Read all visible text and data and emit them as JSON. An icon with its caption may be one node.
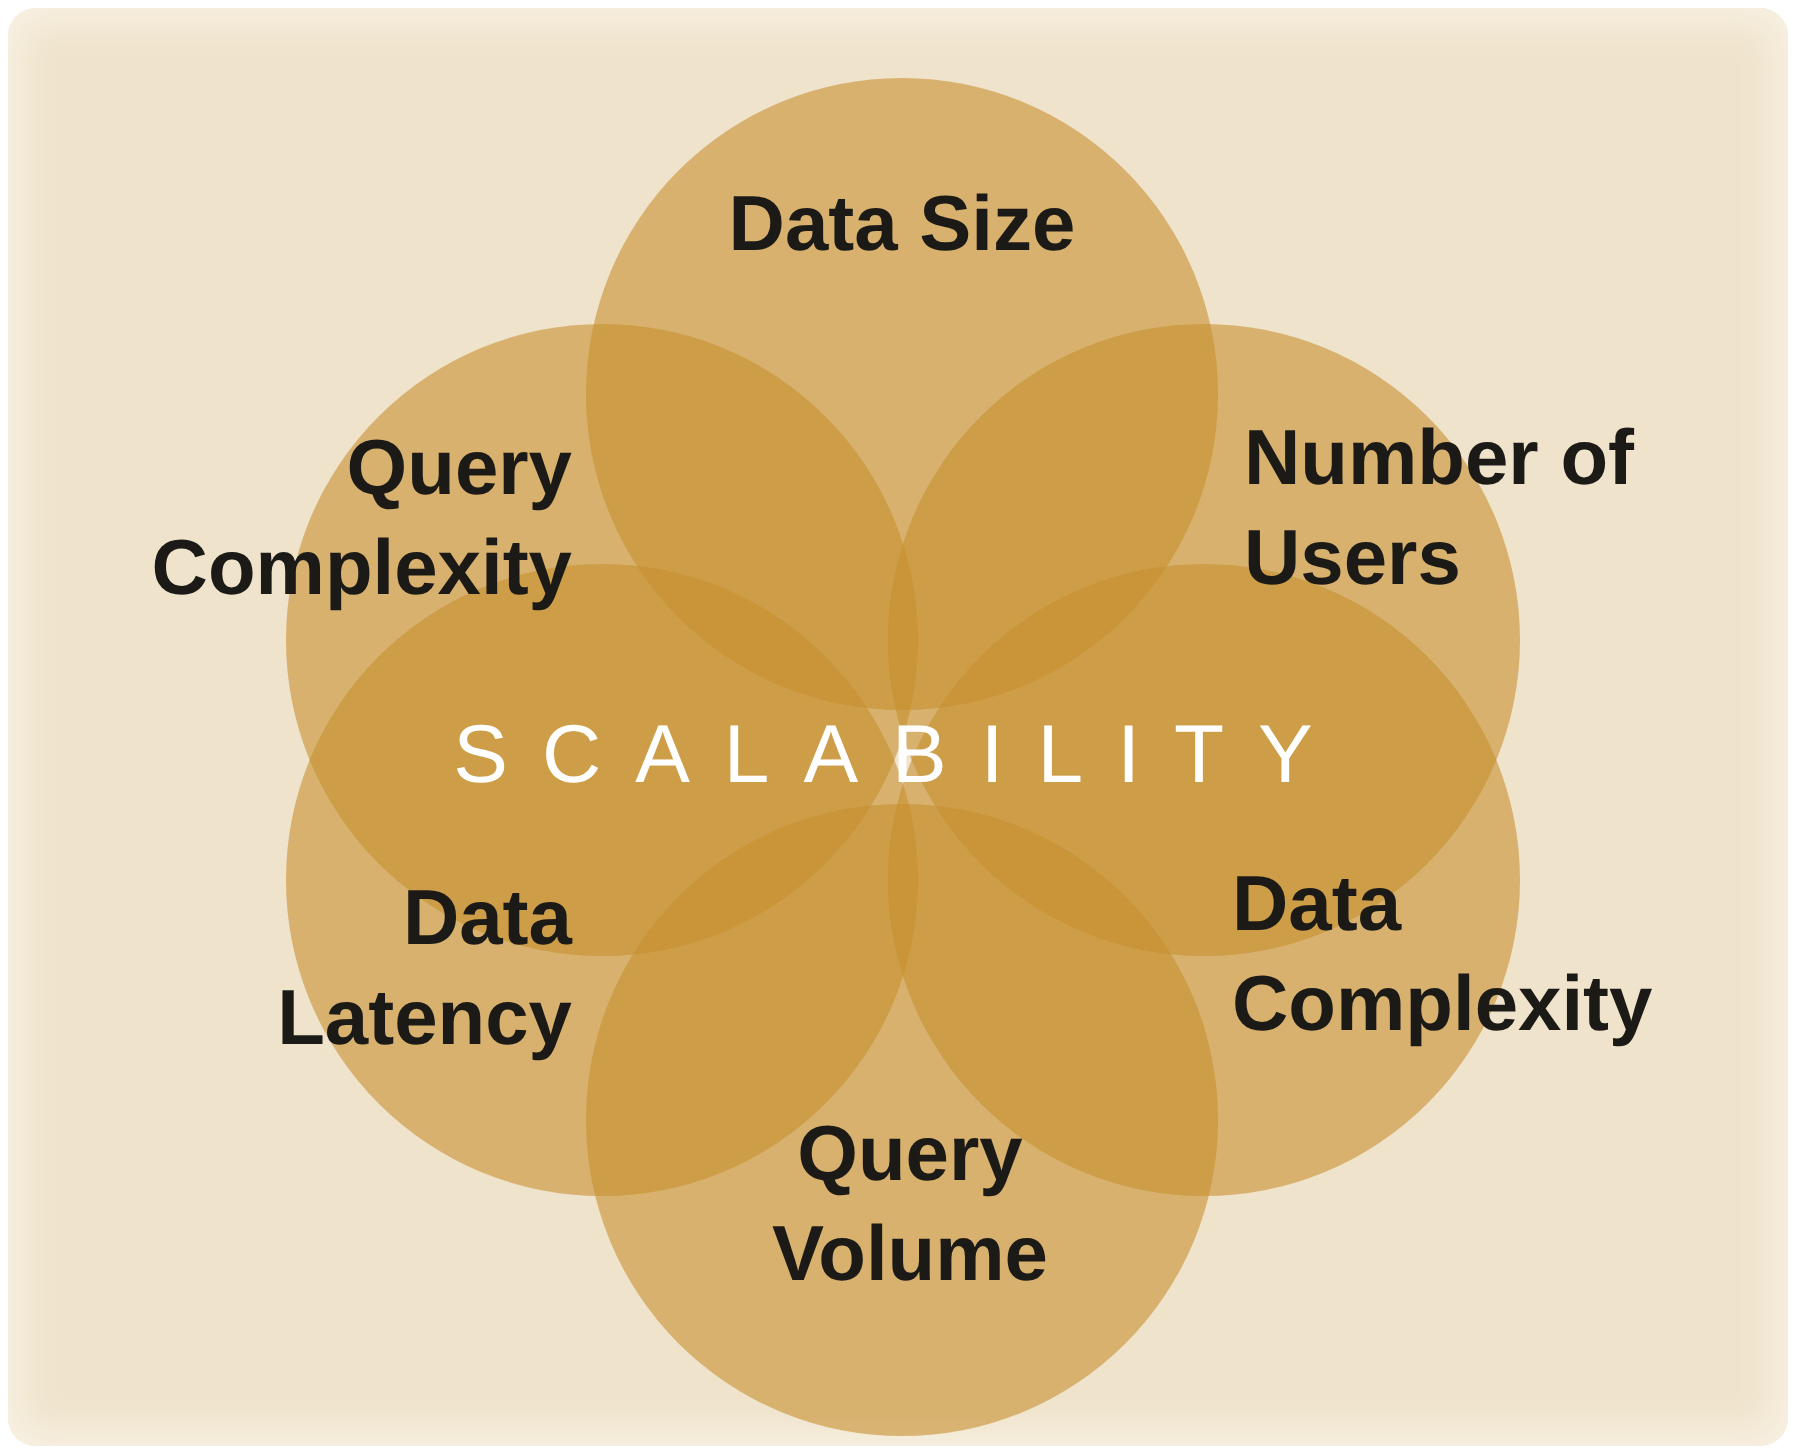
{
  "diagram": {
    "nodes": [
      {
        "text": [
          "Data Size"
        ]
      },
      {
        "text": [
          "Number of Users"
        ]
      },
      {
        "text": [
          "Data Complexity"
        ]
      },
      {
        "text": [
          "Query Volume"
        ]
      },
      {
        "text": [
          "Data Latency"
        ]
      },
      {
        "text": [
          "Query Complexity"
        ]
      }
    ],
    "labels": [
      "SCALABILITY"
    ]
  }
}
